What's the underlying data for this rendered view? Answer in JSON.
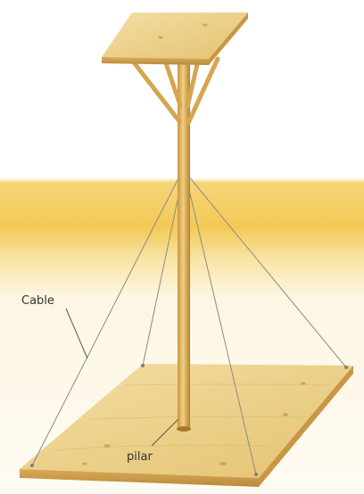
{
  "labels": {
    "cable": "Cable",
    "pillar": "pilar"
  },
  "colors": {
    "background_top": "#ffffff",
    "band": "#f3c956",
    "band_fade": "#fbf2cf",
    "floor": "#fdf8ea",
    "wood_light": "#f2dca0",
    "wood_mid": "#e2bd6c",
    "wood_dark": "#b88a3c",
    "cable": "#8a8a8a"
  },
  "icons": [
    "wood-board-base",
    "wood-board-top",
    "wood-pillar",
    "cable-line"
  ]
}
